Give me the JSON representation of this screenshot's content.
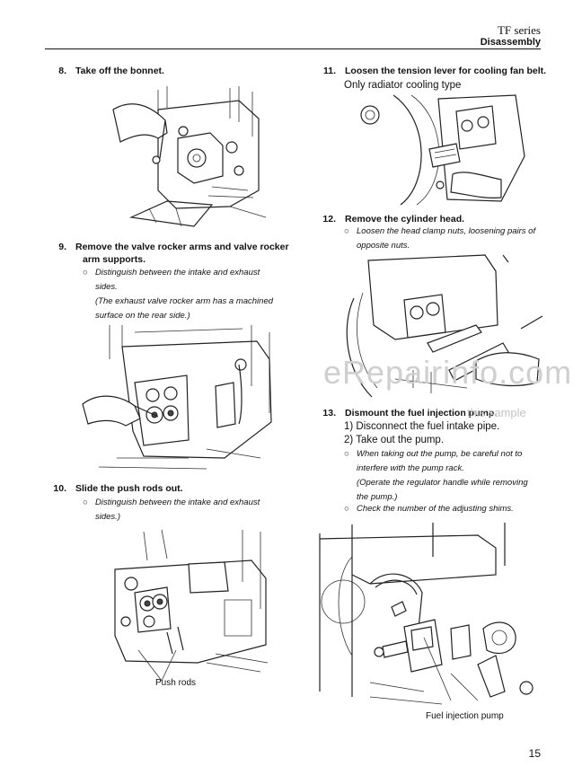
{
  "header": {
    "series": "TF series",
    "section": "Disassembly"
  },
  "steps": [
    {
      "num": "8.",
      "title": "Take off the bonnet."
    },
    {
      "num": "9.",
      "title_line1": "Remove the valve rocker arms and valve rocker",
      "title_line2": "arm supports.",
      "bullet_lines": [
        "Distinguish between the intake and exhaust",
        "sides.",
        "(The exhaust valve rocker arm has a machined",
        "surface on the rear side.)"
      ]
    },
    {
      "num": "10.",
      "title": "Slide the push rods out.",
      "bullet_lines": [
        "Distinguish between the intake and exhaust",
        "sides.)"
      ],
      "figure_label": "Push rods"
    },
    {
      "num": "11.",
      "title": "Loosen the tension lever for cooling fan belt.",
      "subtitle": "Only radiator cooling type"
    },
    {
      "num": "12.",
      "title": "Remove the cylinder head.",
      "bullet_lines": [
        "Loosen the head clamp nuts, loosening pairs of",
        "opposite nuts."
      ]
    },
    {
      "num": "13.",
      "title": "Dismount the fuel injection pump.",
      "substeps": [
        "1) Disconnect the fuel intake pipe.",
        "2) Take out the pump."
      ],
      "bullet_a_lines": [
        "When taking out the pump, be careful not to",
        "interfere with the pump rack.",
        "(Operate the regulator handle while removing",
        "the pump.)"
      ],
      "bullet_b": "Check the number of the adjusting shims.",
      "figure_label": "Fuel injection pump"
    }
  ],
  "bullet_symbol": "○",
  "watermark": {
    "main": "eRepairinfo.com",
    "sub": "this sample"
  },
  "page_number": "15"
}
